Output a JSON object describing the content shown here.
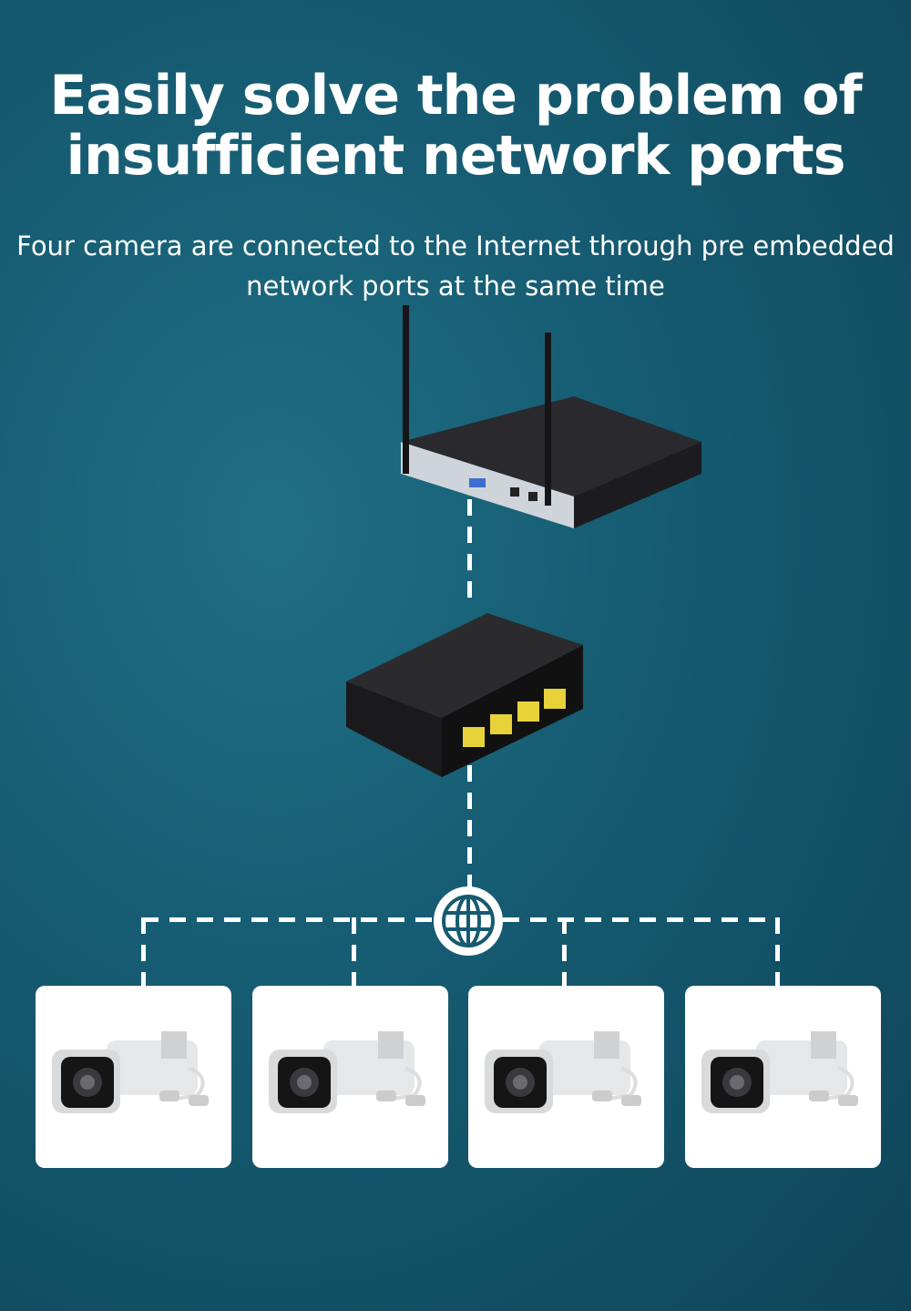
{
  "headline": "Easily solve the problem of insufficient network ports",
  "subtitle": "Four camera are connected to the Internet through pre embedded network ports at the same time",
  "devices": {
    "nvr": "nvr-recorder",
    "switch": "network-splitter",
    "hub": "globe-icon",
    "cameras": 4
  },
  "colors": {
    "background": "#155a70",
    "line": "#ffffff",
    "port": "#e8d23a"
  }
}
